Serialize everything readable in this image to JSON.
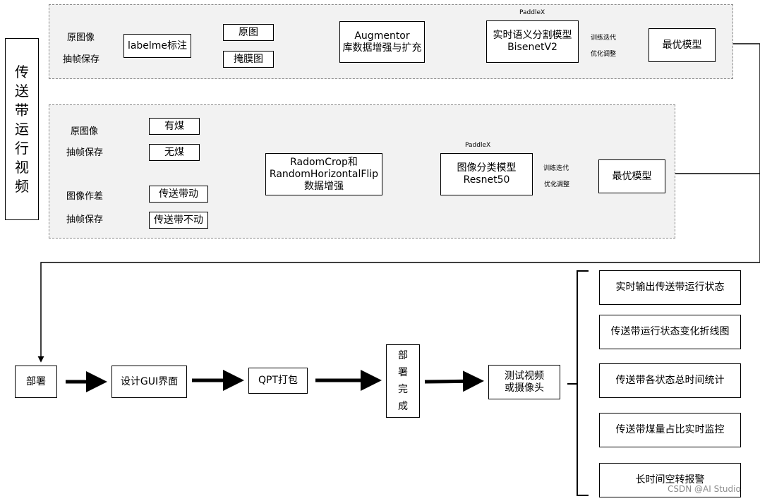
{
  "title": "传\n送\n带\n运\n行\n视\n频",
  "row1": {
    "input_label_top": "原图像",
    "input_label_bottom": "抽帧保存",
    "labelme": "labelme标注",
    "original": "原图",
    "mask": "掩膜图",
    "augment": "Augmentor\n库数据增强与扩充",
    "paddlex": "PaddleX",
    "model": "实时语义分割模型\nBisenetV2",
    "train_top": "训练迭代",
    "train_bottom": "优化调整",
    "best": "最优模型"
  },
  "row2": {
    "input1_top": "原图像",
    "input1_bottom": "抽帧保存",
    "has_coal": "有煤",
    "no_coal": "无煤",
    "input2_top": "图像作差",
    "input2_bottom": "抽帧保存",
    "moving": "传送带动",
    "not_moving": "传送带不动",
    "augment": "RadomCrop和\nRandomHorizontalFlip\n数据增强",
    "paddlex": "PaddleX",
    "model": "图像分类模型\nResnet50",
    "train_top": "训练迭代",
    "train_bottom": "优化调整",
    "best": "最优模型"
  },
  "row3": {
    "deploy": "部署",
    "gui": "设计GUI界面",
    "qpt": "QPT打包",
    "done": "部\n署\n完\n成",
    "test": "测试视频\n或摄像头",
    "outputs": [
      "实时输出传送带运行状态",
      "传送带运行状态变化折线图",
      "传送带各状态总时间统计",
      "传送带煤量占比实时监控",
      "长时间空转报警"
    ]
  },
  "watermark": "CSDN @AI Studio"
}
